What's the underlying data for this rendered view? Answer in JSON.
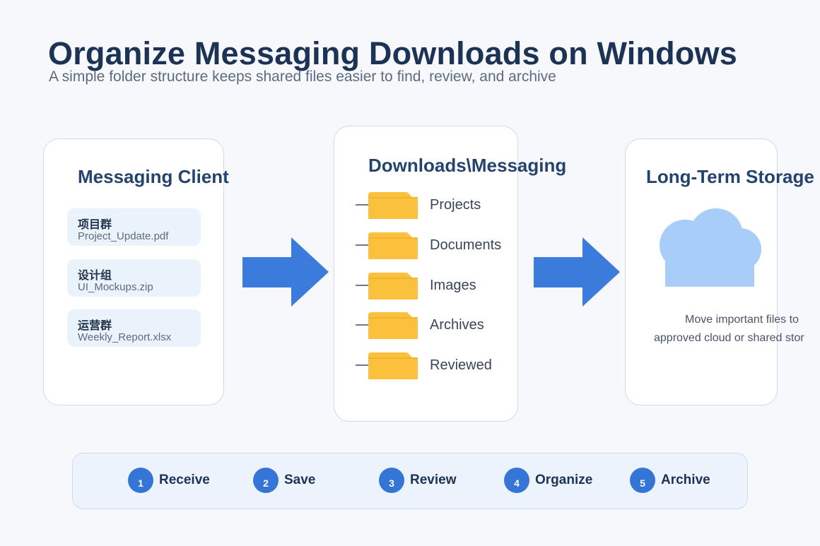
{
  "header": {
    "title": "Organize Messaging Downloads on Windows",
    "subtitle": "A simple folder structure keeps shared files easier to find, review, and archive"
  },
  "client_panel": {
    "title": "Messaging Client",
    "chats": [
      {
        "name": "项目群",
        "file": "Project_Update.pdf"
      },
      {
        "name": "设计组",
        "file": "UI_Mockups.zip"
      },
      {
        "name": "运营群",
        "file": "Weekly_Report.xlsx"
      }
    ]
  },
  "folders_panel": {
    "title": "Downloads\\Messaging",
    "folders": [
      "Projects",
      "Documents",
      "Images",
      "Archives",
      "Reviewed"
    ]
  },
  "storage_panel": {
    "title": "Long-Term Storage",
    "icon": "cloud-icon",
    "description_lines": [
      "Move important files to",
      "approved cloud or shared stor"
    ]
  },
  "steps": [
    {
      "number": "1",
      "label": "Receive"
    },
    {
      "number": "2",
      "label": "Save"
    },
    {
      "number": "3",
      "label": "Review"
    },
    {
      "number": "4",
      "label": "Organize"
    },
    {
      "number": "5",
      "label": "Archive"
    }
  ],
  "colors": {
    "title": "#1c3356",
    "arrow": "#3a7bdb",
    "folder": "#fbc13c",
    "cloud": "#a8cdf8",
    "step_circle": "#3575d6"
  }
}
